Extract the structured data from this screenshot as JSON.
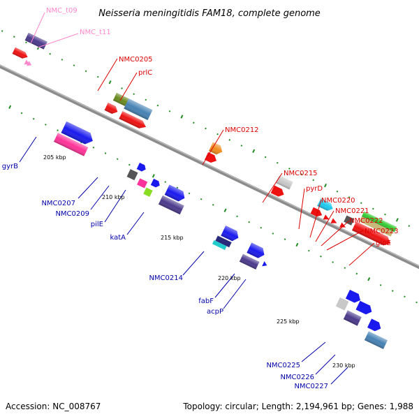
{
  "title": "Neisseria meningitidis FAM18, complete genome",
  "footer": {
    "accession": "Accession: NC_008767",
    "summary": "Topology: circular; Length: 2,194,961 bp; Genes: 1,988"
  },
  "colors": {
    "backbone": "#8c8c8c",
    "label_red": "#dd0000",
    "label_blue": "#0000aa",
    "label_pink": "#ff88cc",
    "tick": "#228b22"
  },
  "scale_labels": [
    "205 kbp",
    "210 kbp",
    "215 kbp",
    "220 kbp",
    "225 kbp",
    "230 kbp"
  ],
  "gene_labels_top": [
    "NMC_t09",
    "NMC_t11",
    "NMC0205",
    "prlC",
    "NMC0212",
    "NMC0215",
    "pyrD",
    "NMC0220",
    "NMC0221",
    "NMC0222",
    "NMC0223",
    "glnE"
  ],
  "gene_labels_bottom": [
    "gyrB",
    "NMC0207",
    "NMC0209",
    "pilE",
    "katA",
    "NMC0214",
    "fabF",
    "acpP",
    "NMC0225",
    "NMC0226",
    "NMC0227"
  ]
}
